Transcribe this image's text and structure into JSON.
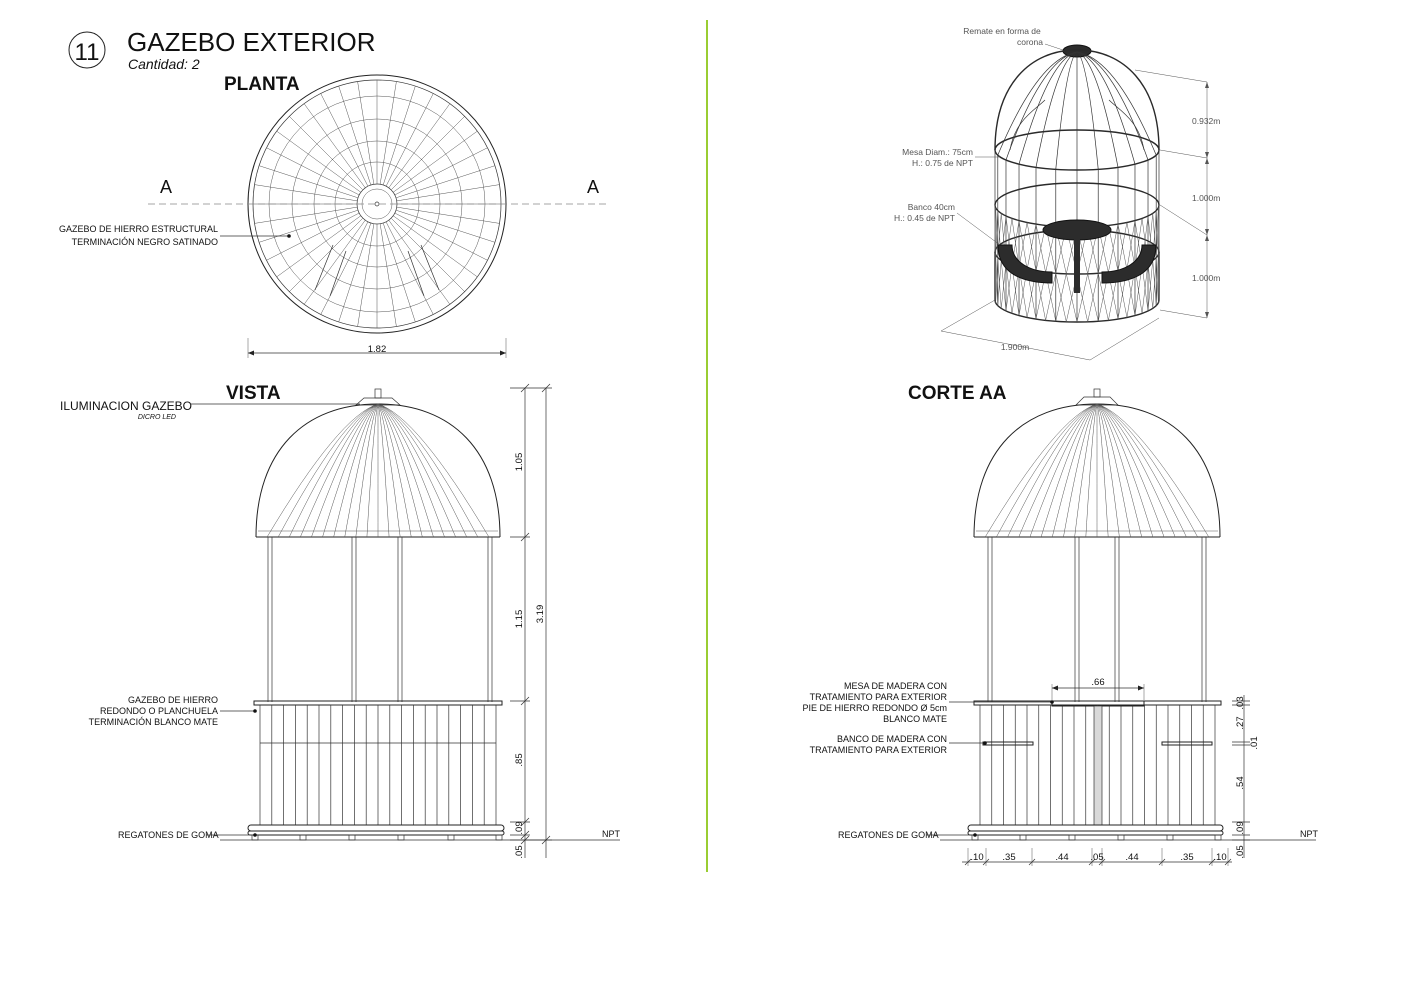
{
  "header": {
    "number": "11",
    "title": "GAZEBO EXTERIOR",
    "subtitle": "Cantidad: 2"
  },
  "planta": {
    "heading": "PLANTA",
    "section_mark_left": "A",
    "section_mark_right": "A",
    "note_line1": "GAZEBO DE HIERRO ESTRUCTURAL",
    "note_line2": "TERMINACIÓN NEGRO SATINADO",
    "dim_width": "1.82"
  },
  "vista": {
    "heading": "VISTA",
    "light_label": "ILUMINACION GAZEBO",
    "light_sub": "DICRO LED",
    "note_line1": "GAZEBO DE HIERRO",
    "note_line2": "REDONDO O PLANCHUELA",
    "note_line3": "TERMINACIÓN BLANCO MATE",
    "feet_label": "REGATONES DE GOMA",
    "npt": "NPT",
    "dims": {
      "dome": "1.05",
      "middle": "1.15",
      "base": ".85",
      "ring": ".09",
      "feet": ".05",
      "total": "3.19"
    }
  },
  "iso": {
    "crown_line1": "Remate en forma de",
    "crown_line2": "corona",
    "table_line1": "Mesa Diam.: 75cm",
    "table_line2": "H.: 0.75 de NPT",
    "bench_line1": "Banco 40cm",
    "bench_line2": "H.: 0.45 de NPT",
    "dim_dome": "0.932m",
    "dim_mid": "1.000m",
    "dim_low": "1.000m",
    "dim_diam": "1.900m"
  },
  "corte": {
    "heading": "CORTE AA",
    "table_note1": "MESA DE MADERA CON",
    "table_note2": "TRATAMIENTO PARA EXTERIOR",
    "table_note3": "PIE DE HIERRO REDONDO Ø 5cm",
    "table_note4": "BLANCO MATE",
    "bench_note1": "BANCO DE MADERA CON",
    "bench_note2": "TRATAMIENTO PARA EXTERIOR",
    "feet_label": "REGATONES DE GOMA",
    "npt": "NPT",
    "dim_table": ".66",
    "dims_right": {
      "top": ".03",
      "upper": ".27",
      "tiny": ".01",
      "mid": ".54",
      "ring": ".09",
      "feet": ".05"
    },
    "dims_bottom": [
      ".10",
      ".35",
      ".44",
      ".05",
      ".44",
      ".35",
      ".10"
    ]
  },
  "colors": {
    "divider": "#9acd32",
    "ink": "#111111"
  }
}
